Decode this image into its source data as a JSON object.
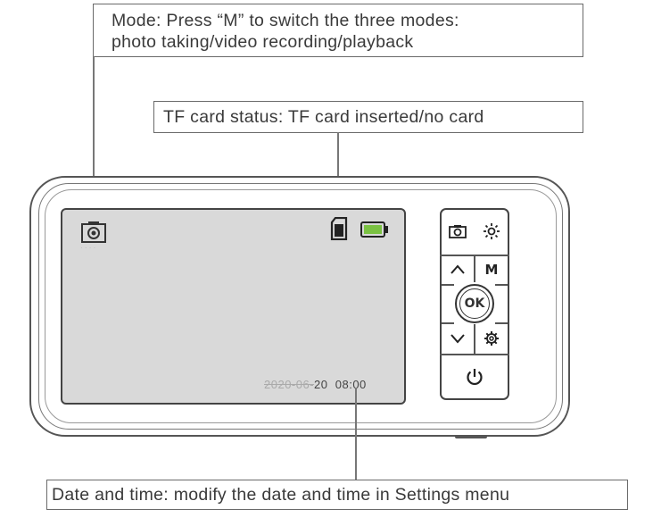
{
  "callouts": {
    "mode_line1": "Mode: Press “M” to switch the three modes:",
    "mode_line2": "photo taking/video recording/playback",
    "tf_card": "TF card status: TF card inserted/no card",
    "date_time": "Date and time: modify the date and time in Settings menu"
  },
  "screen": {
    "date_faded": "2020-06-",
    "date_visible": "20",
    "time": "08:00",
    "mode_icon": "camera-icon",
    "card_icon": "sd-card-icon",
    "battery_icon": "battery-icon",
    "battery_color": "#7ac142"
  },
  "buttons": {
    "m_label": "M",
    "ok_label": "OK",
    "icons": [
      "camera-icon",
      "brightness-icon",
      "up-arrow-icon",
      "down-arrow-icon",
      "gear-icon",
      "power-icon"
    ]
  }
}
